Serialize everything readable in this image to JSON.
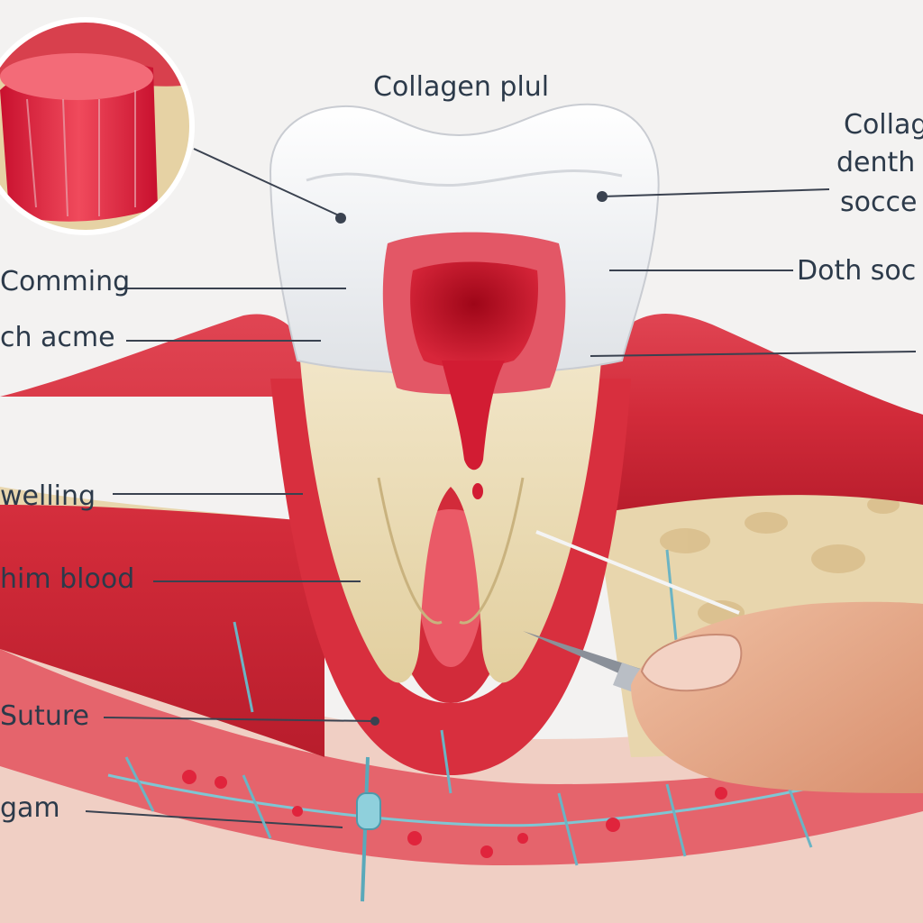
{
  "labels": {
    "top": "Collagen plul",
    "right_1_line1": "Collag",
    "right_1_line2": "denth",
    "right_1_line3": "socce",
    "right_2": "Doth soc",
    "left_1": "Comming",
    "left_2": "ch acme",
    "left_3": "welling",
    "left_4": "him blood",
    "left_5": "Suture",
    "left_6": "gam"
  },
  "colors": {
    "background": "#f3f2f1",
    "gum": "#d9303f",
    "gum_light": "#ec6a72",
    "tooth_enamel": "#eef0f2",
    "dentin": "#eadbb8",
    "bone": "#e8d6ad",
    "pulp": "#c8102e",
    "suture": "#7fc6d3",
    "finger": "#e9b192",
    "label_text": "#2c3a4a",
    "leader_line": "#3a4250"
  },
  "icons": [
    "collagen-plug-inset",
    "suture-needle-icon",
    "probe-instrument-icon",
    "finger-icon"
  ]
}
